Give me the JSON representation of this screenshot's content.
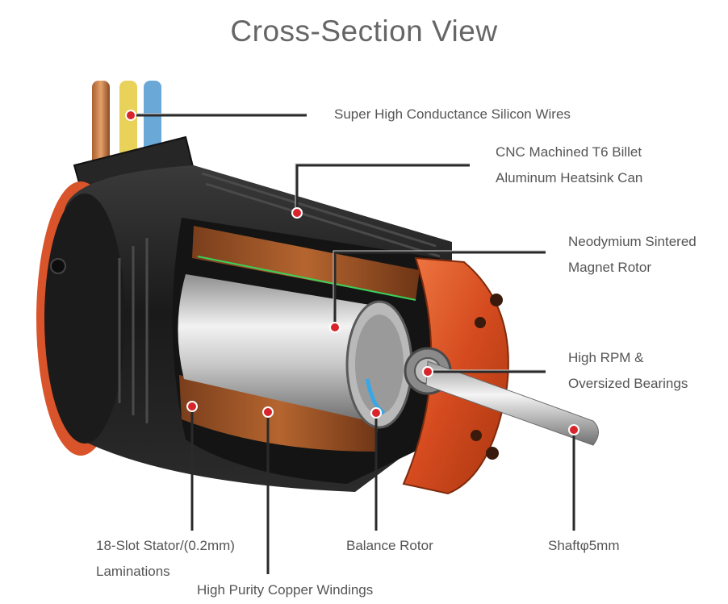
{
  "title": "Cross-Section View",
  "labels": {
    "wires": "Super High Conductance Silicon Wires",
    "heatsink_line1": "CNC Machined T6 Billet",
    "heatsink_line2": "Aluminum Heatsink Can",
    "magnet_line1": "Neodymium Sintered",
    "magnet_line2": "Magnet Rotor",
    "bearings_line1": "High RPM &",
    "bearings_line2": "Oversized Bearings",
    "stator_line1": "18-Slot Stator/(0.2mm)",
    "stator_line2": "Laminations",
    "windings": "High Purity Copper Windings",
    "balance": "Balance Rotor",
    "shaft": "Shaftφ5mm"
  },
  "colors": {
    "marker": "#d8252b",
    "leader": "#2a2a2a",
    "copper": "#b5652f",
    "endcap": "#e2582a",
    "housing": "#1e1e1e"
  }
}
